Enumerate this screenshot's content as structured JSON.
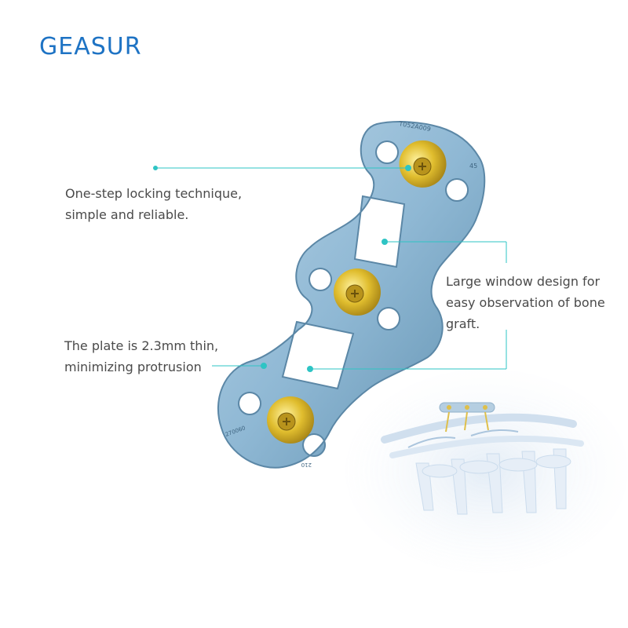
{
  "brand": {
    "logo_text": "GEASUR",
    "logo_color": "#1e73c4"
  },
  "callouts": {
    "locking": {
      "line1": "One-step locking technique,",
      "line2": "simple and reliable."
    },
    "window": {
      "line1": "Large window design for",
      "line2": "easy observation of bone",
      "line3": "graft."
    },
    "thin": {
      "line1": "The plate is 2.3mm thin,",
      "line2": "minimizing protrusion"
    }
  },
  "plate_markings": {
    "top_code": "T052A009",
    "size": "45",
    "bottom_code": "210",
    "side_code": "270060"
  },
  "colors": {
    "plate": "#8fb8d4",
    "plate_dark": "#6e9ab8",
    "screw_gold": "#d9b52c",
    "leader_line": "#2ec4c4"
  }
}
